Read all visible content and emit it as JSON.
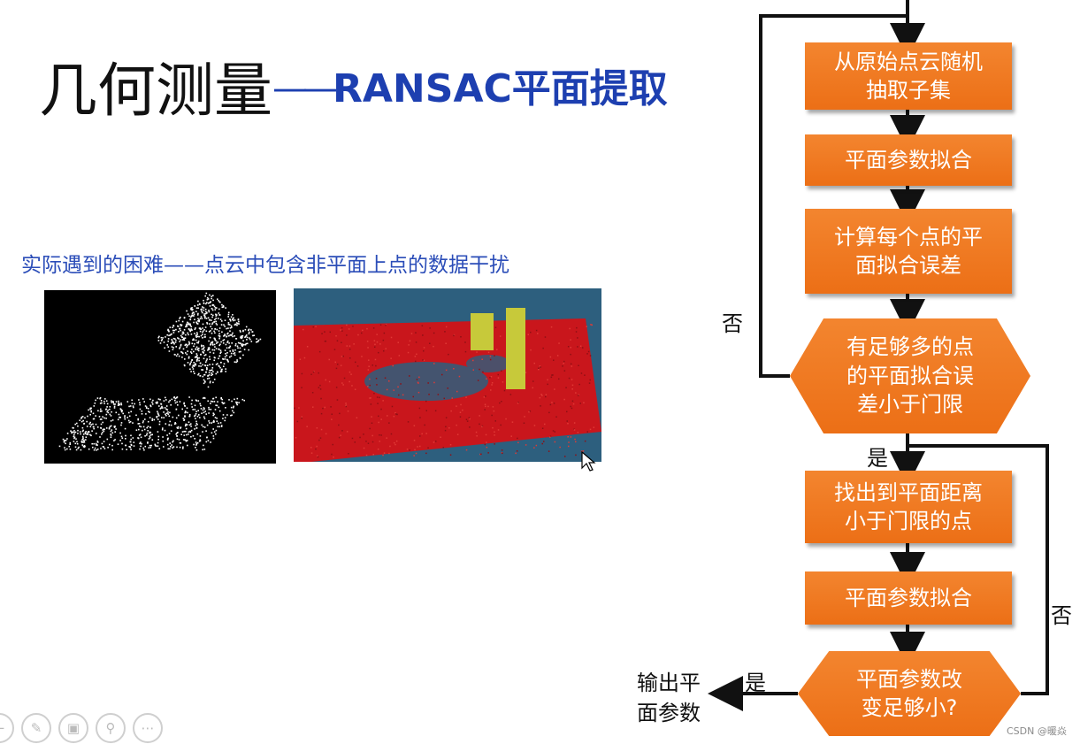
{
  "slide": {
    "title_main": "几何测量",
    "title_dash": "——",
    "title_sub": "RANSAC平面提取",
    "difficulty_text": "实际遇到的困难——点云中包含非平面上点的数据干扰"
  },
  "flowchart": {
    "steps": [
      "从原始点云随机\n抽取子集",
      "平面参数拟合",
      "计算每个点的平\n面拟合误差",
      "有足够多的点\n的平面拟合误\n差小于门限",
      "找出到平面距离\n小于门限的点",
      "平面参数拟合",
      "平面参数改\n变足够小?"
    ],
    "label_no_left": "否",
    "label_yes_mid": "是",
    "label_no_right": "否",
    "label_yes_out": "是",
    "output_text": "输出平\n面参数"
  },
  "colors": {
    "box_orange": "#f07a22",
    "title_blue": "#1d3fb0",
    "fig2_background": "#2d5f7e",
    "fig2_plane": "#c9161c",
    "fig2_object": "#c7c93a"
  },
  "toolbar": {
    "icons": [
      "arrow-icon",
      "pen-icon",
      "slides-icon",
      "zoom-icon",
      "more-icon"
    ]
  },
  "watermark": "CSDN @暖焱"
}
